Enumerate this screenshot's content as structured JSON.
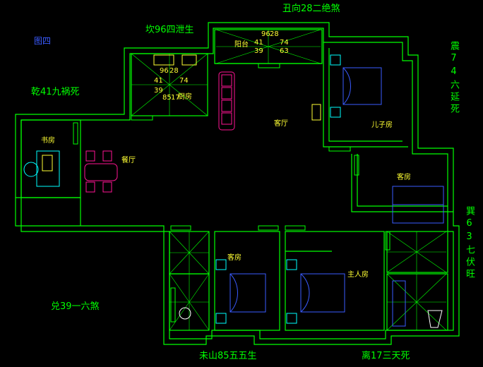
{
  "diagram_label": "图四",
  "directions": {
    "top": "丑向28二绝煞",
    "top_left": "坎96四泄生",
    "left": "乾41九祸死",
    "right_top": "震74六延死",
    "right_mid": "巽63七伏旺",
    "bottom_left": "兑39一六煞",
    "bottom_mid": "未山85五五生",
    "bottom_right": "离17三天死"
  },
  "rooms": {
    "balcony": "阳台",
    "kitchen": "厨房",
    "living": "客厅",
    "study": "书房",
    "dining": "餐厅",
    "son": "儿子房",
    "guest_right": "客房",
    "guest_bottom": "客房",
    "master": "主人房"
  },
  "bagua_numbers": [
    "96",
    "28",
    "41",
    "74",
    "39",
    "63",
    "85",
    "17"
  ],
  "colors": {
    "wall": "#00ff00",
    "label": "#ffff33",
    "furniture": "#3a5bff",
    "chair": "#ff1493",
    "background": "#000000"
  }
}
